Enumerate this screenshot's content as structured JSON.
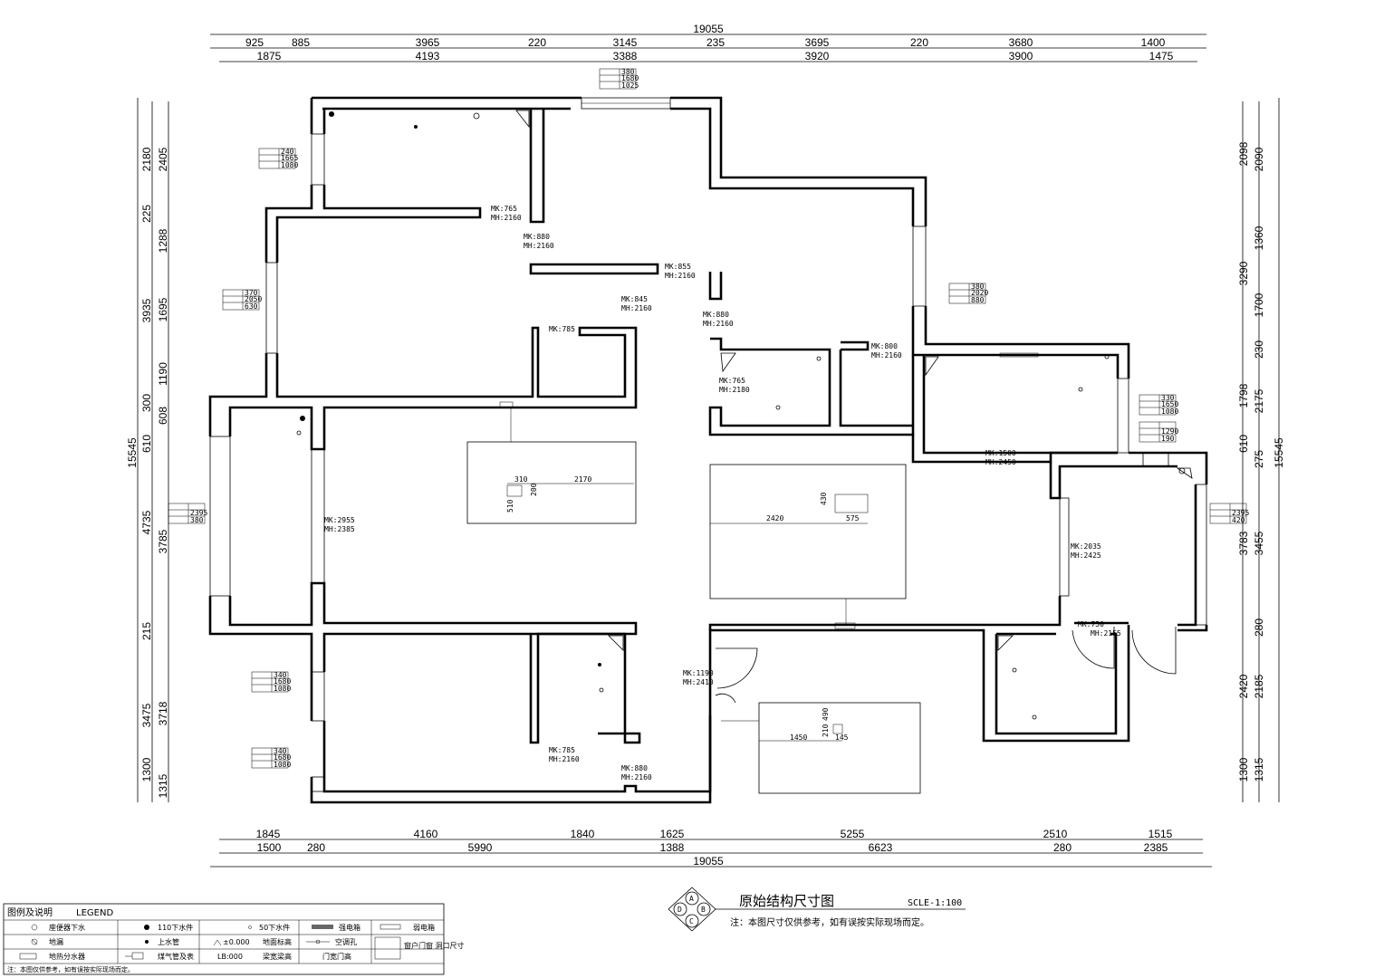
{
  "dims": {
    "total": "19055",
    "top_outer": [
      "925",
      "885",
      "3965",
      "220",
      "3145",
      "235",
      "3695",
      "220",
      "3680",
      "1400"
    ],
    "top_inner": [
      "1875",
      "4193",
      "3388",
      "3920",
      "3900",
      "1475"
    ],
    "bottom_outer": [
      "1845",
      "4160",
      "1840",
      "1625",
      "5255",
      "2510",
      "1515"
    ],
    "bottom_inner": [
      "1500",
      "280",
      "5990",
      "1388",
      "6623",
      "280",
      "2385"
    ],
    "left_total": "15545",
    "left_outer": [
      "2180",
      "225",
      "3935",
      "300",
      "610",
      "4735",
      "215",
      "3475",
      "1300"
    ],
    "left_inner": [
      "2405",
      "1288",
      "1695",
      "1190",
      "608",
      "3785",
      "3718",
      "1315"
    ],
    "right_total": "15545",
    "right_outer": [
      "2098",
      "3290",
      "1798",
      "610",
      "3783",
      "2420",
      "1300"
    ],
    "right_inner": [
      "2090",
      "1360",
      "1700",
      "230",
      "2175",
      "275",
      "3455",
      "280",
      "2185",
      "1315"
    ]
  },
  "door_labels": [
    {
      "mk": "MK:765",
      "mh": "MH:2160"
    },
    {
      "mk": "MK:880",
      "mh": "MH:2160"
    },
    {
      "mk": "MK:855",
      "mh": "MH:2160"
    },
    {
      "mk": "MK:845",
      "mh": "MH:2160"
    },
    {
      "mk": "MK:785",
      "mh": ""
    },
    {
      "mk": "MK:880",
      "mh": "MH:2160"
    },
    {
      "mk": "MK:765",
      "mh": "MH:2180"
    },
    {
      "mk": "MK:800",
      "mh": "MH:2160"
    },
    {
      "mk": "MK:1500",
      "mh": "MH:2450"
    },
    {
      "mk": "MK:2955",
      "mh": "MH:2385"
    },
    {
      "mk": "MK:2035",
      "mh": "MH:2425"
    },
    {
      "mk": "MK:750",
      "mh": "MH:2155"
    },
    {
      "mk": "MK:1190",
      "mh": "MH:2410"
    },
    {
      "mk": "MK:785",
      "mh": "MH:2160"
    },
    {
      "mk": "MK:880",
      "mh": "MH:2160"
    }
  ],
  "window_tables": [
    [
      "380",
      "1680",
      "1025"
    ],
    [
      "240",
      "1665",
      "1080"
    ],
    [
      "370",
      "2050",
      "630"
    ],
    [
      "380",
      "2020",
      "880"
    ],
    [
      "330",
      "1650",
      "1080"
    ],
    [
      "",
      "1290",
      "190"
    ],
    [
      "",
      "2395",
      "380"
    ],
    [
      "",
      "2395",
      "420"
    ],
    [
      "340",
      "1680",
      "1080"
    ],
    [
      "340",
      "1680",
      "1080"
    ]
  ],
  "fixtures": {
    "counter1": [
      "310",
      "2170",
      "200",
      "510"
    ],
    "counter2": [
      "430",
      "2420",
      "575"
    ],
    "counter3": [
      "490",
      "210",
      "1450",
      "145"
    ]
  },
  "title": {
    "main": "原始结构尺寸图",
    "scale": "SCLE-1:100",
    "note": "注：本图尺寸仅供参考，如有误按实际现场而定。",
    "badge": [
      "A",
      "B",
      "C",
      "D"
    ]
  },
  "legend": {
    "header": "图例及说明",
    "header_en": "LEGEND",
    "items": [
      {
        "icon": "toilet-drain-icon",
        "label": "座便器下水"
      },
      {
        "icon": "drain-110-icon",
        "label": "110下水件"
      },
      {
        "icon": "drain-50-icon",
        "label": "50下水件"
      },
      {
        "icon": "electric-box-icon",
        "label": "强电箱"
      },
      {
        "icon": "weak-box-icon",
        "label": "弱电箱"
      },
      {
        "icon": "floor-drain-icon",
        "label": "地漏"
      },
      {
        "icon": "water-pipe-icon",
        "label": "上水管"
      },
      {
        "icon": "floor-level-icon",
        "label": "±0.000"
      },
      {
        "icon": "floor-level-text-icon",
        "label": "地面标高"
      },
      {
        "icon": "ac-hole-icon",
        "label": "空调孔"
      },
      {
        "icon": "window-size-icon",
        "label": "窗户门窗 洞口尺寸"
      },
      {
        "icon": "heating-icon",
        "label": "地热分水器"
      },
      {
        "icon": "gas-icon",
        "label": "煤气管及表"
      },
      {
        "icon": "beam-level-icon",
        "label": "LB:000"
      },
      {
        "icon": "beam-icon",
        "label": "梁宽梁高"
      },
      {
        "icon": "door-size-icon",
        "label": "门宽门高"
      }
    ],
    "footer": "注：本图仅供参考，如有误按实际现场而定。"
  }
}
